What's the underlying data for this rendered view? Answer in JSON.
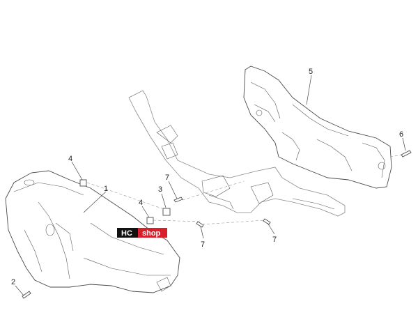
{
  "callouts": {
    "c1": "1",
    "c2": "2",
    "c3": "3",
    "c4a": "4",
    "c4b": "4",
    "c5": "5",
    "c6": "6",
    "c7a": "7",
    "c7b": "7",
    "c7c": "7"
  },
  "watermark": {
    "part1": "HC",
    "part2": "shop",
    "colors": {
      "dark": "#111111",
      "accent": "#d6202c"
    }
  }
}
